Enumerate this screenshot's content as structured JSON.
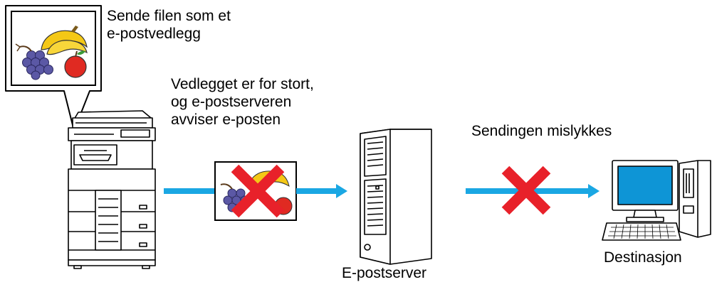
{
  "callout": {
    "line1": "Sende filen som et",
    "line2": "e-postvedlegg"
  },
  "reject_note": {
    "line1": "Vedlegget er for stort,",
    "line2": "og e-postserveren",
    "line3": "avviser e-posten"
  },
  "failure_note": "Sendingen mislykkes",
  "server_label": "E-postserver",
  "destination_label": "Destinasjon",
  "colors": {
    "arrow": "#1aa7e3",
    "cross": "#e8212a",
    "outline": "#000000",
    "device_fill": "#ffffff",
    "grape": "#5b58a5",
    "banana": "#f4c816",
    "apple": "#e02a22",
    "screen": "#0e95d6"
  },
  "icons": [
    "multifunction-printer-icon",
    "picture-attachment-icon",
    "email-server-tower-icon",
    "desktop-computer-icon",
    "red-x-cross-icon",
    "arrow-icon"
  ]
}
